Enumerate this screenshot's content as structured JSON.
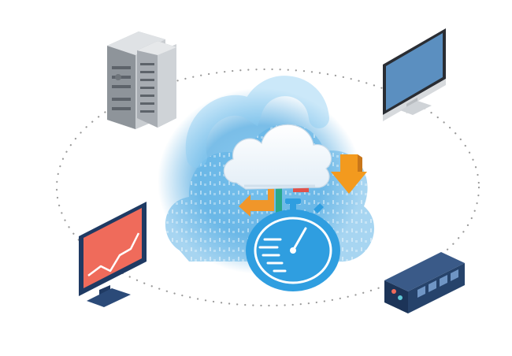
{
  "diagram": {
    "nodes": [
      {
        "id": "server-rack",
        "icon": "server-rack-icon"
      },
      {
        "id": "desktop-monitor",
        "icon": "desktop-monitor-icon"
      },
      {
        "id": "analytics-monitor",
        "icon": "line-chart-monitor-icon"
      },
      {
        "id": "storage-device",
        "icon": "network-storage-icon"
      },
      {
        "id": "cloud-hub",
        "icon": "cloud-icon"
      },
      {
        "id": "speed-stopwatch",
        "icon": "stopwatch-icon"
      }
    ],
    "connector": "dotted-ellipse",
    "arrows": [
      {
        "id": "arrow-green",
        "color": "#2aa889"
      },
      {
        "id": "arrow-red",
        "color": "#e0524a"
      },
      {
        "id": "arrow-orange",
        "color": "#f0962a"
      },
      {
        "id": "arrow-orange-down",
        "color": "#f39a1e"
      }
    ],
    "colors": {
      "cloud_glow": "#4ea8e0",
      "stopwatch": "#2f9ee0",
      "chart_screen": "#ef6b5b",
      "monitor_navy": "#1f3a63",
      "desktop_screen": "#5b8fc0",
      "server_gray": "#9aa0a6",
      "storage_navy": "#26436b"
    }
  }
}
